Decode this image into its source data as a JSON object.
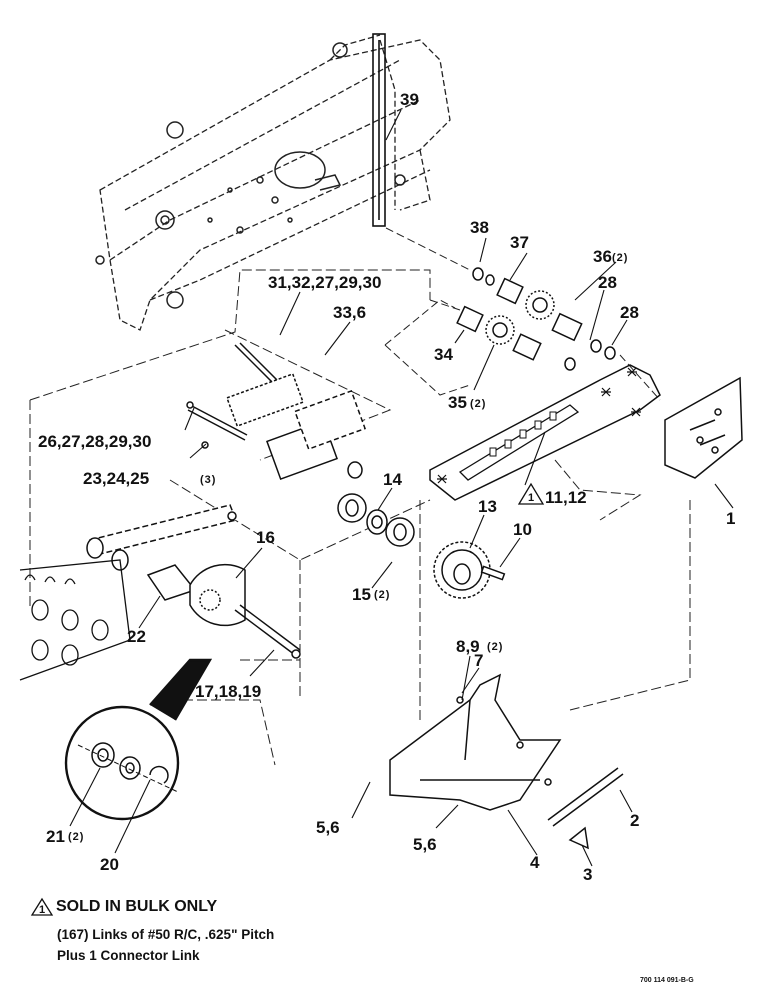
{
  "callouts": {
    "c39": "39",
    "c38": "38",
    "c37": "37",
    "c36": "36",
    "c36q": "(2)",
    "c28a": "28",
    "c28b": "28",
    "c34": "34",
    "c35": "35",
    "c35q": "(2)",
    "c31": "31,32,27,29,30",
    "c33": "33,6",
    "c26": "26,27,28,29,30",
    "c23": "23,24,25",
    "c23q": "(3)",
    "c14": "14",
    "c13": "13",
    "c10": "10",
    "c15": "15",
    "c15q": "(2)",
    "c16": "16",
    "c22": "22",
    "c17": "17,18,19",
    "c11": "11,12",
    "c1": "1",
    "c8": "8,9",
    "c8q": "(2)",
    "c7": "7",
    "c2": "2",
    "c4": "4",
    "c3": "3",
    "c56a": "5,6",
    "c56b": "5,6",
    "c21": "21",
    "c21q": "(2)",
    "c20": "20",
    "tri1": "1",
    "tri2": "1"
  },
  "note": {
    "title": "SOLD IN BULK ONLY",
    "line1": "(167) Links of #50 R/C, .625\" Pitch",
    "line2": "Plus 1 Connector Link"
  },
  "drawing_number": "700 114 091-B-G"
}
